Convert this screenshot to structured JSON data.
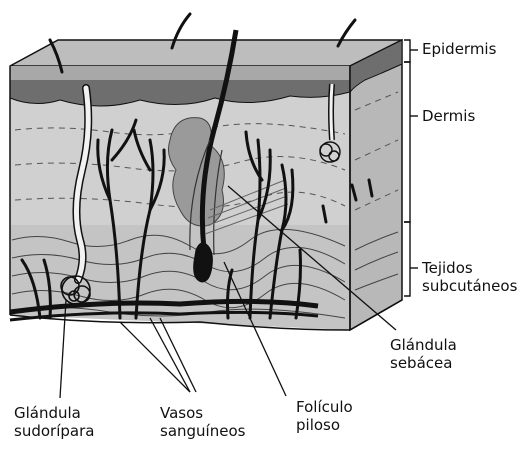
{
  "labels": {
    "epidermis": "Epidermis",
    "dermis": "Dermis",
    "subcutaneous": "Tejidos\nsubcutáneos",
    "sebaceous_gland": "Glándula\nsebácea",
    "sweat_gland": "Glándula\nsudorípara",
    "blood_vessels": "Vasos\nsanguíneos",
    "hair_follicle": "Folículo\npiloso"
  },
  "colors": {
    "epidermis_top": "#bdbdbd",
    "epidermis_band": "#6e6e6e",
    "dermis": "#d0d0d0",
    "side_face": "#b8b8b8",
    "subcutaneous": "#c4c4c4",
    "ink": "#111111",
    "sweat_duct": "#f2f2f2"
  }
}
